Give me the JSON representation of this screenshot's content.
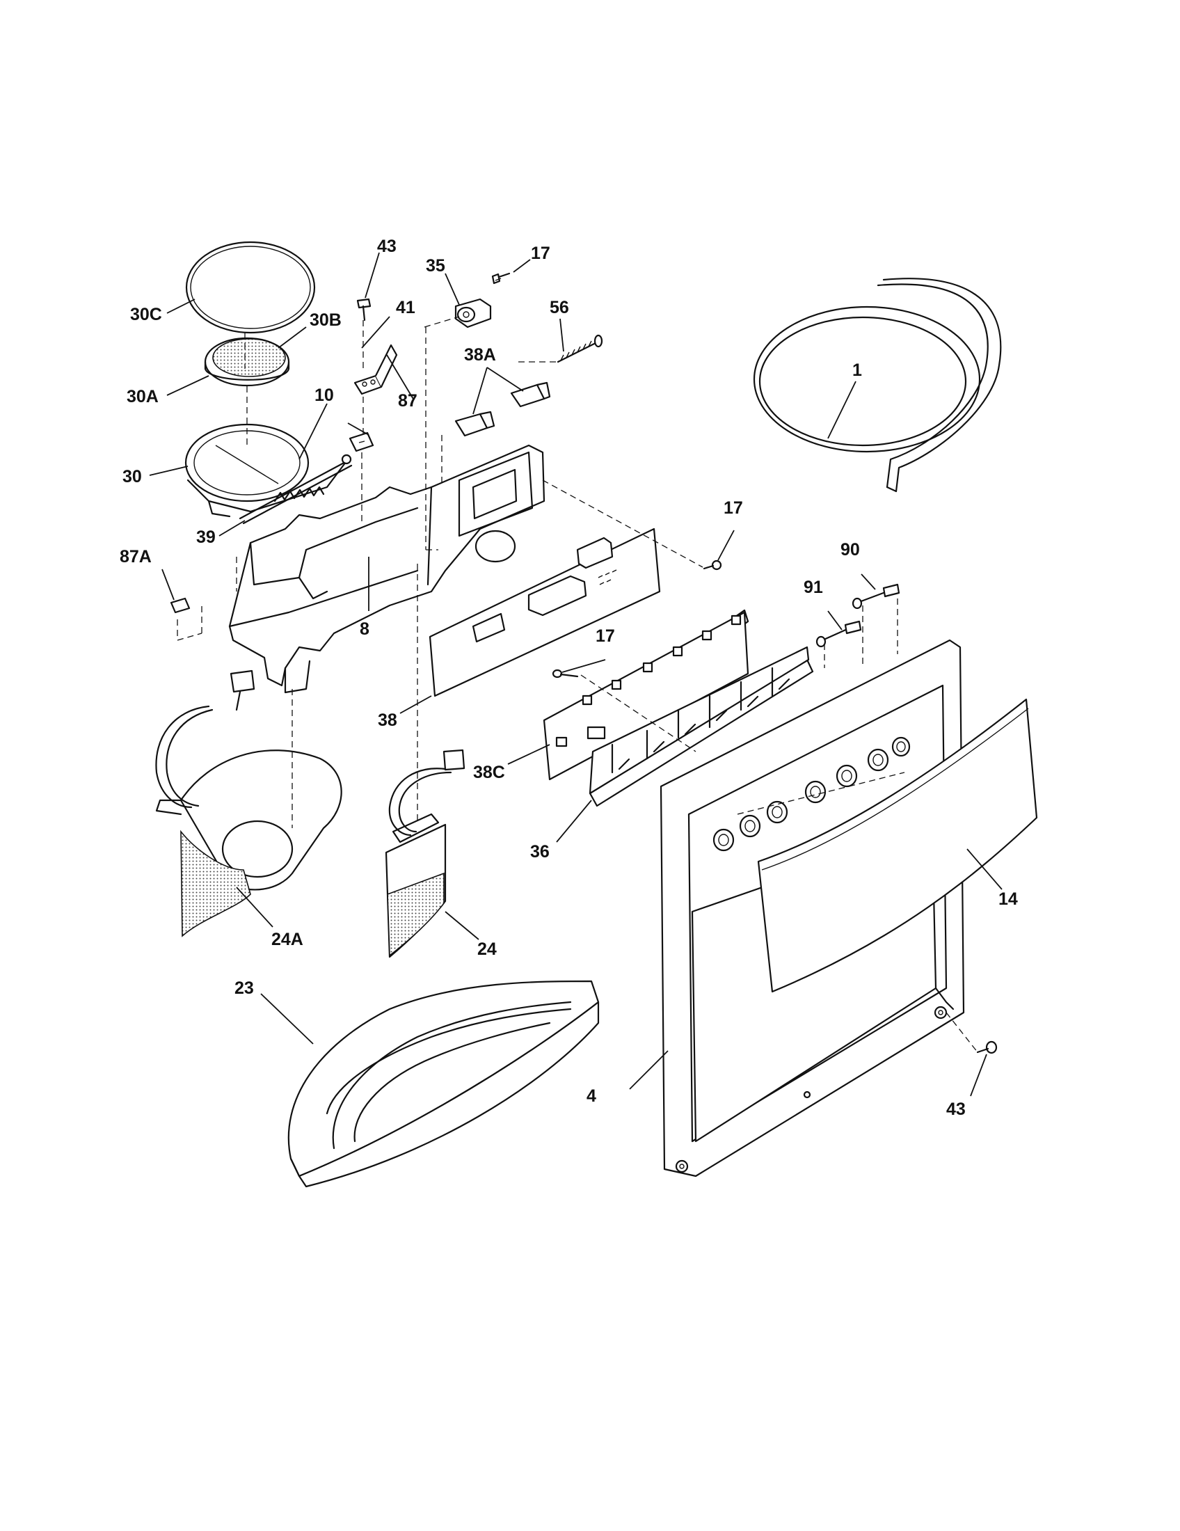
{
  "callouts": {
    "c1": "1",
    "c4": "4",
    "c8": "8",
    "c10": "10",
    "c14": "14",
    "c17a": "17",
    "c17b": "17",
    "c17c": "17",
    "c23": "23",
    "c24": "24",
    "c24A": "24A",
    "c30": "30",
    "c30A": "30A",
    "c30B": "30B",
    "c30C": "30C",
    "c35": "35",
    "c36": "36",
    "c38": "38",
    "c38A": "38A",
    "c38C": "38C",
    "c39": "39",
    "c41": "41",
    "c43a": "43",
    "c43b": "43",
    "c56": "56",
    "c87": "87",
    "c87A": "87A",
    "c90": "90",
    "c91": "91"
  }
}
